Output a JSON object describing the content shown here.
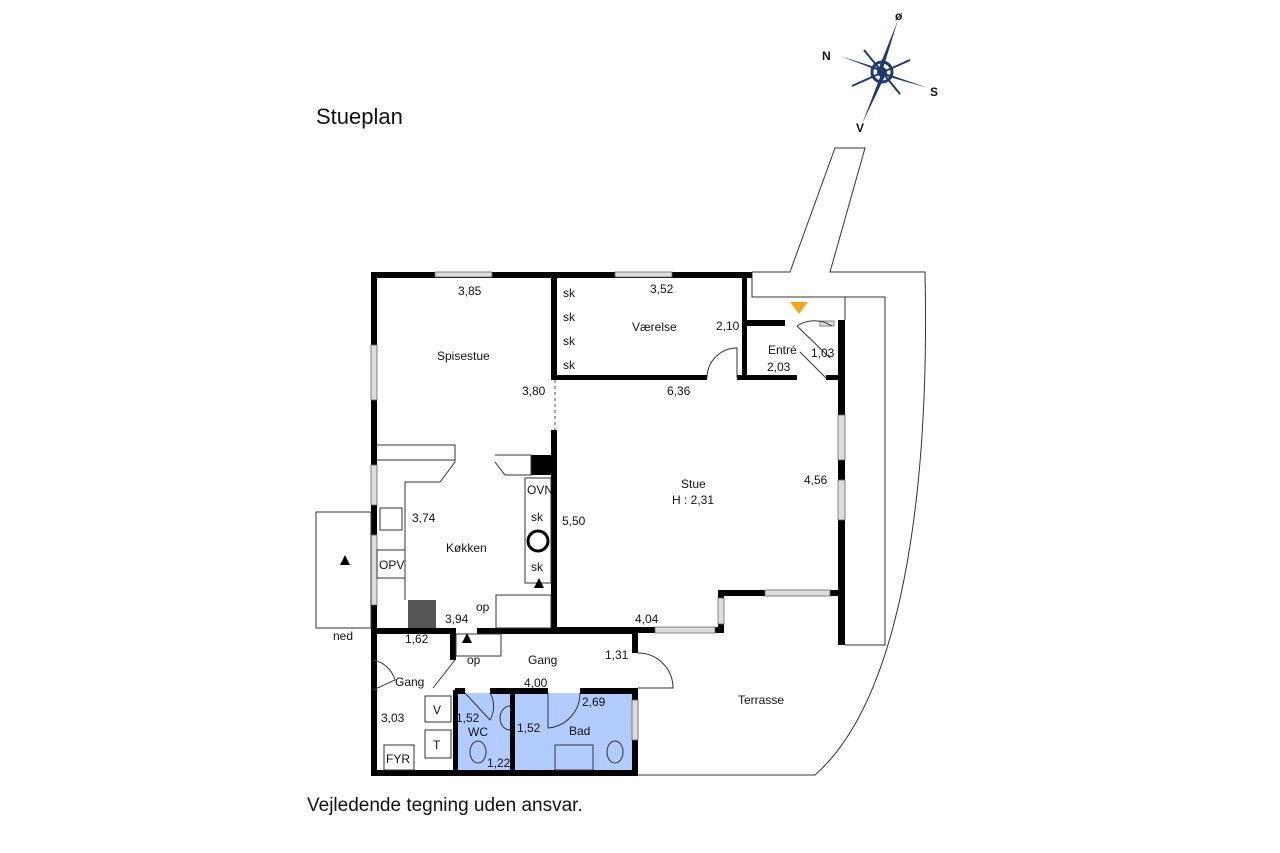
{
  "title": "Stueplan",
  "footer": "Vejledende tegning uden ansvar.",
  "compass": {
    "n": "N",
    "o": "ø",
    "s": "S",
    "v": "V"
  },
  "colors": {
    "wet_room": "#b3ccff",
    "entrance_marker": "#f5a623",
    "compass": "#1f3a68"
  },
  "rooms": {
    "spisestue": {
      "name": "Spisestue",
      "dims": [
        "3,85",
        "3,80"
      ]
    },
    "vaerelse": {
      "name": "Værelse",
      "dims": [
        "3,52",
        "2,10"
      ]
    },
    "entre": {
      "name": "Entré",
      "dims": [
        "2,03",
        "1,03"
      ]
    },
    "stue": {
      "name": "Stue",
      "height": "H : 2,31",
      "dims": [
        "6,36",
        "4,56",
        "5,50",
        "4,04"
      ]
    },
    "kokken": {
      "name": "Køkken",
      "dims": [
        "3,74",
        "3,94"
      ]
    },
    "gang_small": {
      "name": "Gang",
      "dims": [
        "1,62",
        "3,03"
      ]
    },
    "gang": {
      "name": "Gang",
      "dims": [
        "4,00",
        "1,31"
      ]
    },
    "wc": {
      "name": "WC",
      "dims": [
        "1,52",
        "1,22"
      ]
    },
    "bad": {
      "name": "Bad",
      "dims": [
        "1,52",
        "2,69"
      ]
    },
    "terrasse": {
      "name": "Terrasse"
    }
  },
  "fixtures": {
    "sk": "sk",
    "ovn": "OVN",
    "opv": "OPV",
    "v": "V",
    "t": "T",
    "fyr": "FYR",
    "op": "op",
    "ned": "ned"
  }
}
